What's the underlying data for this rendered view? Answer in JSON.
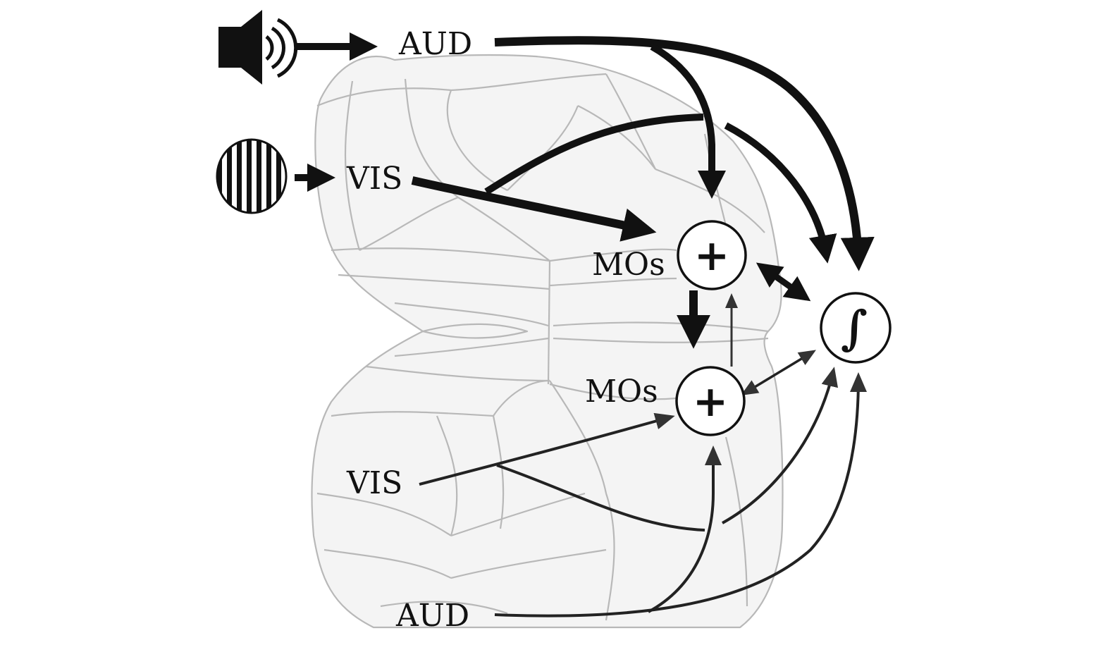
{
  "labels": {
    "aud_top": "AUD",
    "vis_top": "VIS",
    "mos_top": "MOs",
    "mos_bottom": "MOs",
    "vis_bottom": "VIS",
    "aud_bottom": "AUD"
  },
  "nodes": {
    "sum_top": "+",
    "sum_bottom": "+",
    "integrator": "∫"
  },
  "icons": {
    "auditory_stimulus": "speaker-icon",
    "visual_stimulus": "grating-icon"
  },
  "colors": {
    "ink": "#111111",
    "brain_outline": "#b8b8b8",
    "brain_fill": "#f4f4f4"
  }
}
